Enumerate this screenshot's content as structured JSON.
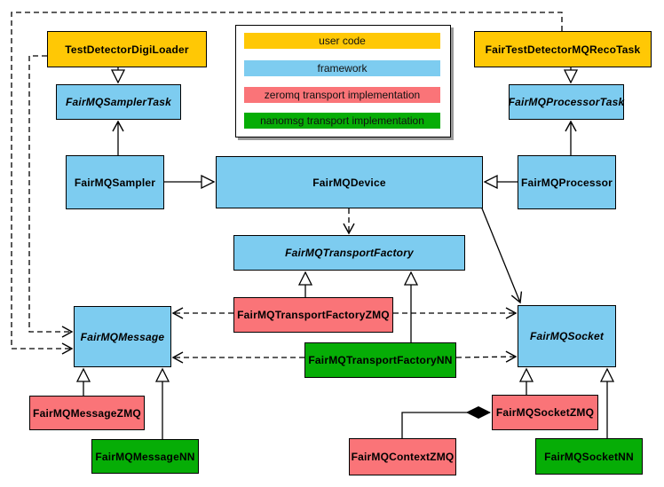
{
  "colors": {
    "user_code": "#FFC805",
    "framework": "#7DCCF0",
    "zeromq": "#FA7478",
    "nanomsg": "#06AD06"
  },
  "legend": {
    "items": [
      {
        "label": "user code",
        "color": "#FFC805"
      },
      {
        "label": "framework",
        "color": "#7DCCF0"
      },
      {
        "label": "zeromq transport implementation",
        "color": "#FA7478"
      },
      {
        "label": "nanomsg transport implementation",
        "color": "#06AD06"
      }
    ]
  },
  "nodes": {
    "testDetectorDigiLoader": {
      "label": "TestDetectorDigiLoader",
      "category": "user code"
    },
    "fairTestDetectorMQRecoTask": {
      "label": "FairTestDetectorMQRecoTask",
      "category": "user code"
    },
    "fairMQSamplerTask": {
      "label": "FairMQSamplerTask",
      "category": "framework",
      "abstract": true
    },
    "fairMQProcessorTask": {
      "label": "FairMQProcessorTask",
      "category": "framework",
      "abstract": true
    },
    "fairMQSampler": {
      "label": "FairMQSampler",
      "category": "framework"
    },
    "fairMQDevice": {
      "label": "FairMQDevice",
      "category": "framework"
    },
    "fairMQProcessor": {
      "label": "FairMQProcessor",
      "category": "framework"
    },
    "fairMQTransportFactory": {
      "label": "FairMQTransportFactory",
      "category": "framework",
      "abstract": true
    },
    "fairMQTransportFactoryZMQ": {
      "label": "FairMQTransportFactoryZMQ",
      "category": "zeromq transport implementation"
    },
    "fairMQTransportFactoryNN": {
      "label": "FairMQTransportFactoryNN",
      "category": "nanomsg transport implementation"
    },
    "fairMQMessage": {
      "label": "FairMQMessage",
      "category": "framework",
      "abstract": true
    },
    "fairMQSocket": {
      "label": "FairMQSocket",
      "category": "framework",
      "abstract": true
    },
    "fairMQMessageZMQ": {
      "label": "FairMQMessageZMQ",
      "category": "zeromq transport implementation"
    },
    "fairMQMessageNN": {
      "label": "FairMQMessageNN",
      "category": "nanomsg transport implementation"
    },
    "fairMQSocketZMQ": {
      "label": "FairMQSocketZMQ",
      "category": "zeromq transport implementation"
    },
    "fairMQSocketNN": {
      "label": "FairMQSocketNN",
      "category": "nanomsg transport implementation"
    },
    "fairMQContextZMQ": {
      "label": "FairMQContextZMQ",
      "category": "zeromq transport implementation"
    }
  },
  "edges": [
    {
      "from": "TestDetectorDigiLoader",
      "to": "FairMQSamplerTask",
      "type": "inheritance"
    },
    {
      "from": "FairTestDetectorMQRecoTask",
      "to": "FairMQProcessorTask",
      "type": "inheritance"
    },
    {
      "from": "FairMQSampler",
      "to": "FairMQSamplerTask",
      "type": "association"
    },
    {
      "from": "FairMQProcessor",
      "to": "FairMQProcessorTask",
      "type": "association"
    },
    {
      "from": "FairMQSampler",
      "to": "FairMQDevice",
      "type": "inheritance"
    },
    {
      "from": "FairMQProcessor",
      "to": "FairMQDevice",
      "type": "inheritance"
    },
    {
      "from": "FairMQDevice",
      "to": "FairMQTransportFactory",
      "type": "dependency"
    },
    {
      "from": "FairMQDevice",
      "to": "FairMQSocket",
      "type": "association"
    },
    {
      "from": "FairMQTransportFactoryZMQ",
      "to": "FairMQTransportFactory",
      "type": "inheritance"
    },
    {
      "from": "FairMQTransportFactoryNN",
      "to": "FairMQTransportFactory",
      "type": "inheritance"
    },
    {
      "from": "FairMQTransportFactoryZMQ",
      "to": "FairMQMessage",
      "type": "dependency"
    },
    {
      "from": "FairMQTransportFactoryNN",
      "to": "FairMQMessage",
      "type": "dependency"
    },
    {
      "from": "FairMQTransportFactoryZMQ",
      "to": "FairMQSocket",
      "type": "dependency"
    },
    {
      "from": "FairMQTransportFactoryNN",
      "to": "FairMQSocket",
      "type": "dependency"
    },
    {
      "from": "TestDetectorDigiLoader",
      "to": "FairMQMessage",
      "type": "dependency"
    },
    {
      "from": "FairTestDetectorMQRecoTask",
      "to": "FairMQMessage",
      "type": "dependency"
    },
    {
      "from": "FairMQMessageZMQ",
      "to": "FairMQMessage",
      "type": "inheritance"
    },
    {
      "from": "FairMQMessageNN",
      "to": "FairMQMessage",
      "type": "inheritance"
    },
    {
      "from": "FairMQSocketZMQ",
      "to": "FairMQSocket",
      "type": "inheritance"
    },
    {
      "from": "FairMQSocketNN",
      "to": "FairMQSocket",
      "type": "inheritance"
    },
    {
      "from": "FairMQContextZMQ",
      "to": "FairMQSocketZMQ",
      "type": "composition"
    }
  ]
}
